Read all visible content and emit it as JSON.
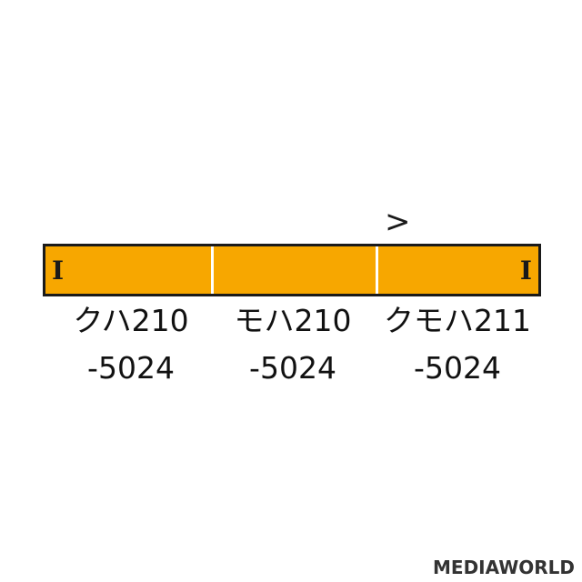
{
  "direction_mark": ">",
  "end_marks": {
    "left": "I",
    "right": "I"
  },
  "cars": [
    {
      "name": "クハ210",
      "number": "-5024"
    },
    {
      "name": "モハ210",
      "number": "-5024"
    },
    {
      "name": "クモハ211",
      "number": "-5024"
    }
  ],
  "watermark": "MEDIAWORLD",
  "colors": {
    "car_body": "#f7a700",
    "outline": "#1a1a1a",
    "divider": "#ffffff"
  }
}
